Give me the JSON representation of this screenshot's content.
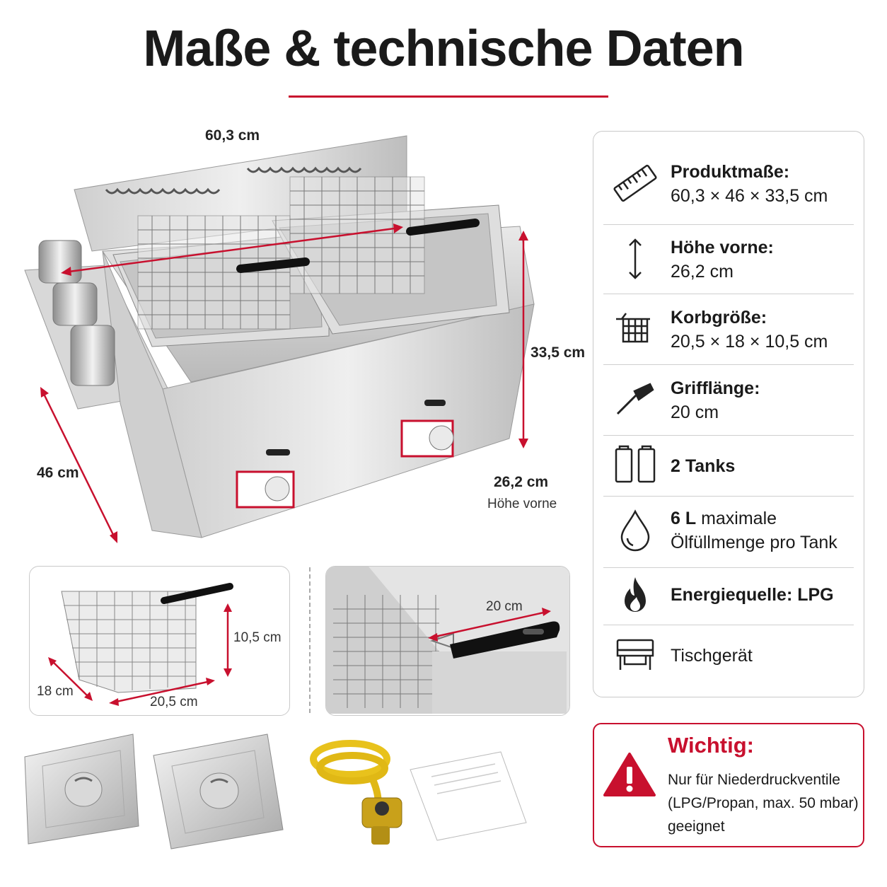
{
  "title": "Maße & technische Daten",
  "accent_color": "#c8102e",
  "dimensions": {
    "width": "60,3 cm",
    "depth": "46 cm",
    "height": "33,5 cm",
    "front_height": "26,2 cm",
    "front_height_label": "Höhe vorne"
  },
  "basket_detail": {
    "height": "10,5 cm",
    "depth": "18 cm",
    "width": "20,5 cm"
  },
  "handle_detail": {
    "length": "20 cm"
  },
  "specs": [
    {
      "icon": "ruler-icon",
      "label": "Produktmaße:",
      "value": "60,3 × 46 × 33,5 cm"
    },
    {
      "icon": "vertical-arrow-icon",
      "label": "Höhe vorne:",
      "value": "26,2 cm"
    },
    {
      "icon": "basket-icon",
      "label": "Korbgröße:",
      "value": "20,5 × 18 × 10,5 cm"
    },
    {
      "icon": "handle-icon",
      "label": "Grifflänge:",
      "value": "20 cm"
    },
    {
      "icon": "tanks-icon",
      "label": "2 Tanks",
      "value": ""
    },
    {
      "icon": "oil-drop-icon",
      "label": "6 L",
      "label_suffix": " maximale",
      "value": "Ölfüllmenge pro Tank"
    },
    {
      "icon": "flame-icon",
      "label": "Energiequelle: LPG",
      "value": ""
    },
    {
      "icon": "table-device-icon",
      "label": "",
      "value": "Tischgerät"
    }
  ],
  "warning": {
    "title": "Wichtig:",
    "body": "Nur für Niederdruckventile (LPG/Propan, max. 50 mbar) geeignet"
  }
}
